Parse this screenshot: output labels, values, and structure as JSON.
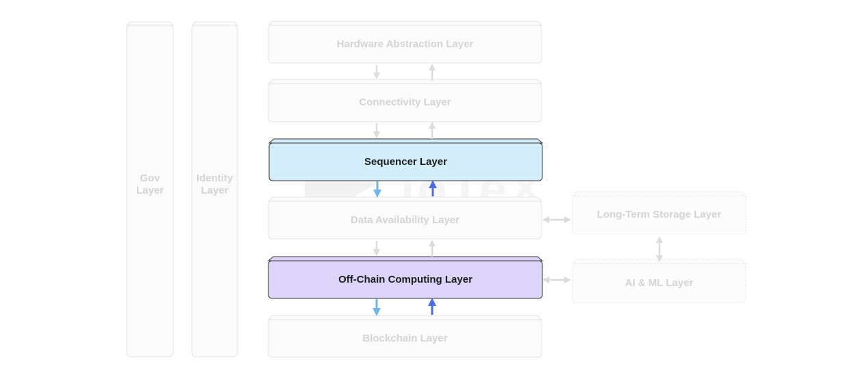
{
  "watermark": {
    "text": "IoTeX"
  },
  "side_layers": [
    {
      "id": "gov",
      "line1": "Gov",
      "line2": "Layer"
    },
    {
      "id": "identity",
      "line1": "Identity",
      "line2": "Layer"
    }
  ],
  "stack_layers": [
    {
      "id": "hardware",
      "label": "Hardware Abstraction Layer",
      "state": "inactive"
    },
    {
      "id": "connectivity",
      "label": "Connectivity Layer",
      "state": "inactive"
    },
    {
      "id": "sequencer",
      "label": "Sequencer Layer",
      "state": "active",
      "fill": "#d3edfb"
    },
    {
      "id": "data-availability",
      "label": "Data Availability Layer",
      "state": "inactive"
    },
    {
      "id": "off-chain",
      "label": "Off-Chain Computing Layer",
      "state": "active",
      "fill": "#ddd4fa"
    },
    {
      "id": "blockchain",
      "label": "Blockchain Layer",
      "state": "inactive"
    }
  ],
  "external_layers": [
    {
      "id": "long-term-storage",
      "label": "Long-Term Storage Layer"
    },
    {
      "id": "ai-ml",
      "label": "AI & ML Layer"
    }
  ],
  "colors": {
    "inactive_border": "#e3e3e3",
    "inactive_text": "#d4d4d4",
    "active_border": "#333333",
    "arrow_inactive": "#dcdcdc",
    "arrow_down_active": "#6db6ee",
    "arrow_up_active": "#4a6cf0"
  }
}
